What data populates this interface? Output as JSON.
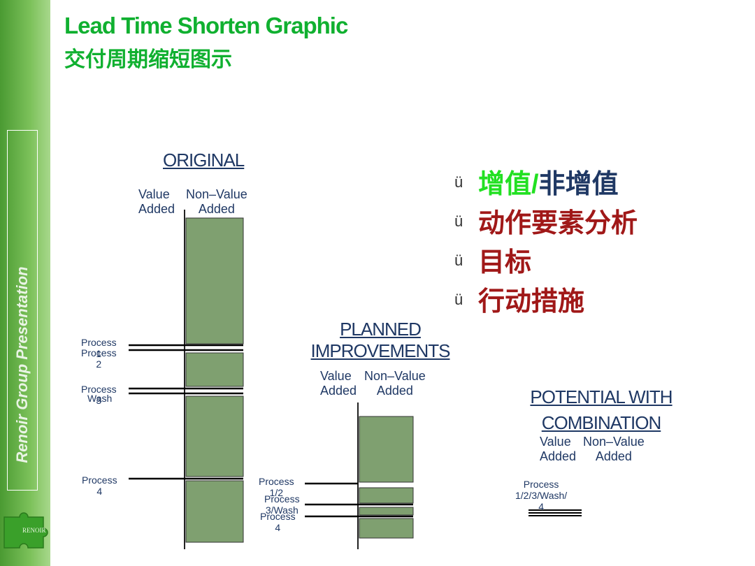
{
  "title_en": "Lead Time Shorten Graphic",
  "title_zh": "交付周期缩短图示",
  "sidebar_text": "Renoir Group Presentation",
  "logo_text": "RENOIR",
  "bullets": [
    {
      "mark": "ü",
      "part1": "增值/",
      "part2": "非增值",
      "color1": "#22e022",
      "color2": "#1f3864"
    },
    {
      "mark": "ü",
      "part1": "动作要素分析",
      "part2": "",
      "color1": "#a01818",
      "color2": "#a01818"
    },
    {
      "mark": "ü",
      "part1": "目标",
      "part2": "",
      "color1": "#a01818",
      "color2": "#a01818"
    },
    {
      "mark": "ü",
      "part1": "行动措施",
      "part2": "",
      "color1": "#a01818",
      "color2": "#a01818"
    }
  ],
  "original": {
    "title": "ORIGINAL",
    "value_added": "Value\nAdded",
    "non_value_added": "Non–Value\nAdded",
    "labels": [
      "Process\n1",
      "Process\n2",
      "Process\n3",
      "Wash",
      "Process\n4"
    ]
  },
  "planned": {
    "title_line1": "PLANNED",
    "title_line2": "IMPROVEMENTS",
    "value_added": "Value\nAdded",
    "non_value_added": "Non–Value\nAdded",
    "labels": [
      "Process\n1/2",
      "Process\n3/Wash",
      "Process\n4"
    ]
  },
  "potential": {
    "title_line1": "POTENTIAL WITH",
    "title_line2": "COMBINATION",
    "value_added": "Value\nAdded",
    "non_value_added": "Non–Value\nAdded",
    "labels": [
      "Process\n1/2/3/Wash/\n4"
    ]
  },
  "colors": {
    "bar_fill": "#7fa070",
    "bar_stroke": "#333333",
    "accent_green": "#10b030",
    "navy": "#1f3864"
  }
}
